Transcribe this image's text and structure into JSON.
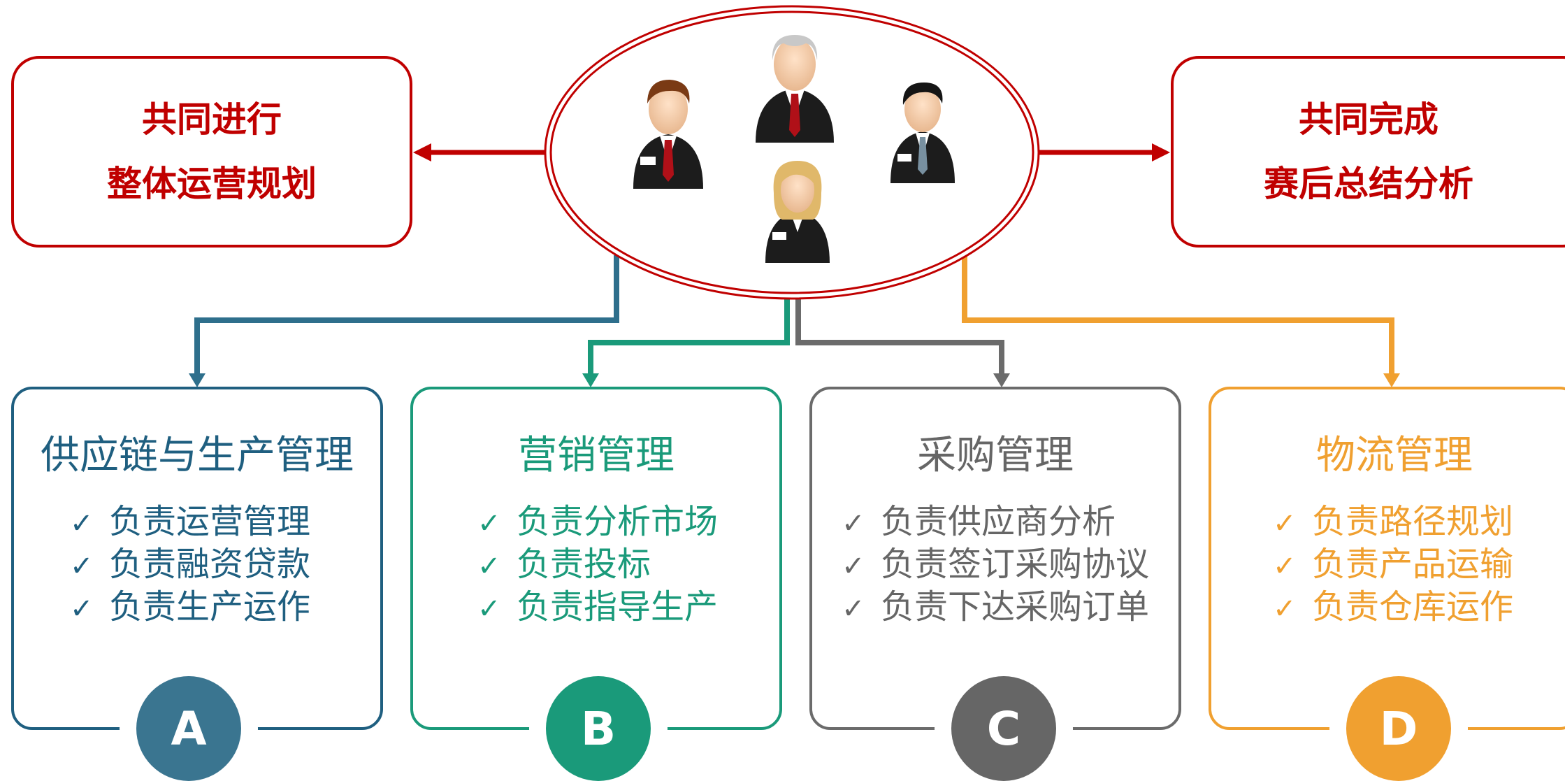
{
  "left_box": {
    "line1": "共同进行",
    "line2": "整体运营规划"
  },
  "right_box": {
    "line1": "共同完成",
    "line2": "赛后总结分析"
  },
  "center": {
    "icon": "team-icon",
    "people": [
      "man-brown-hair-icon",
      "senior-man-icon",
      "man-black-hair-icon",
      "woman-blonde-icon"
    ]
  },
  "colors": {
    "red": "#c00000",
    "a": "#1f5f80",
    "b": "#1a9a7a",
    "c": "#6b6b6b",
    "d": "#f0a030"
  },
  "cards": [
    {
      "title": "供应链与生产管理",
      "badge": "A",
      "check": "✓",
      "items": [
        "负责运营管理",
        "负责融资贷款",
        "负责生产运作"
      ]
    },
    {
      "title": "营销管理",
      "badge": "B",
      "check": "✓",
      "items": [
        "负责分析市场",
        "负责投标",
        "负责指导生产"
      ]
    },
    {
      "title": "采购管理",
      "badge": "C",
      "check": "✓",
      "items": [
        "负责供应商分析",
        "负责签订采购协议",
        "负责下达采购订单"
      ]
    },
    {
      "title": "物流管理",
      "badge": "D",
      "check": "✓",
      "items": [
        "负责路径规划",
        "负责产品运输",
        "负责仓库运作"
      ]
    }
  ]
}
